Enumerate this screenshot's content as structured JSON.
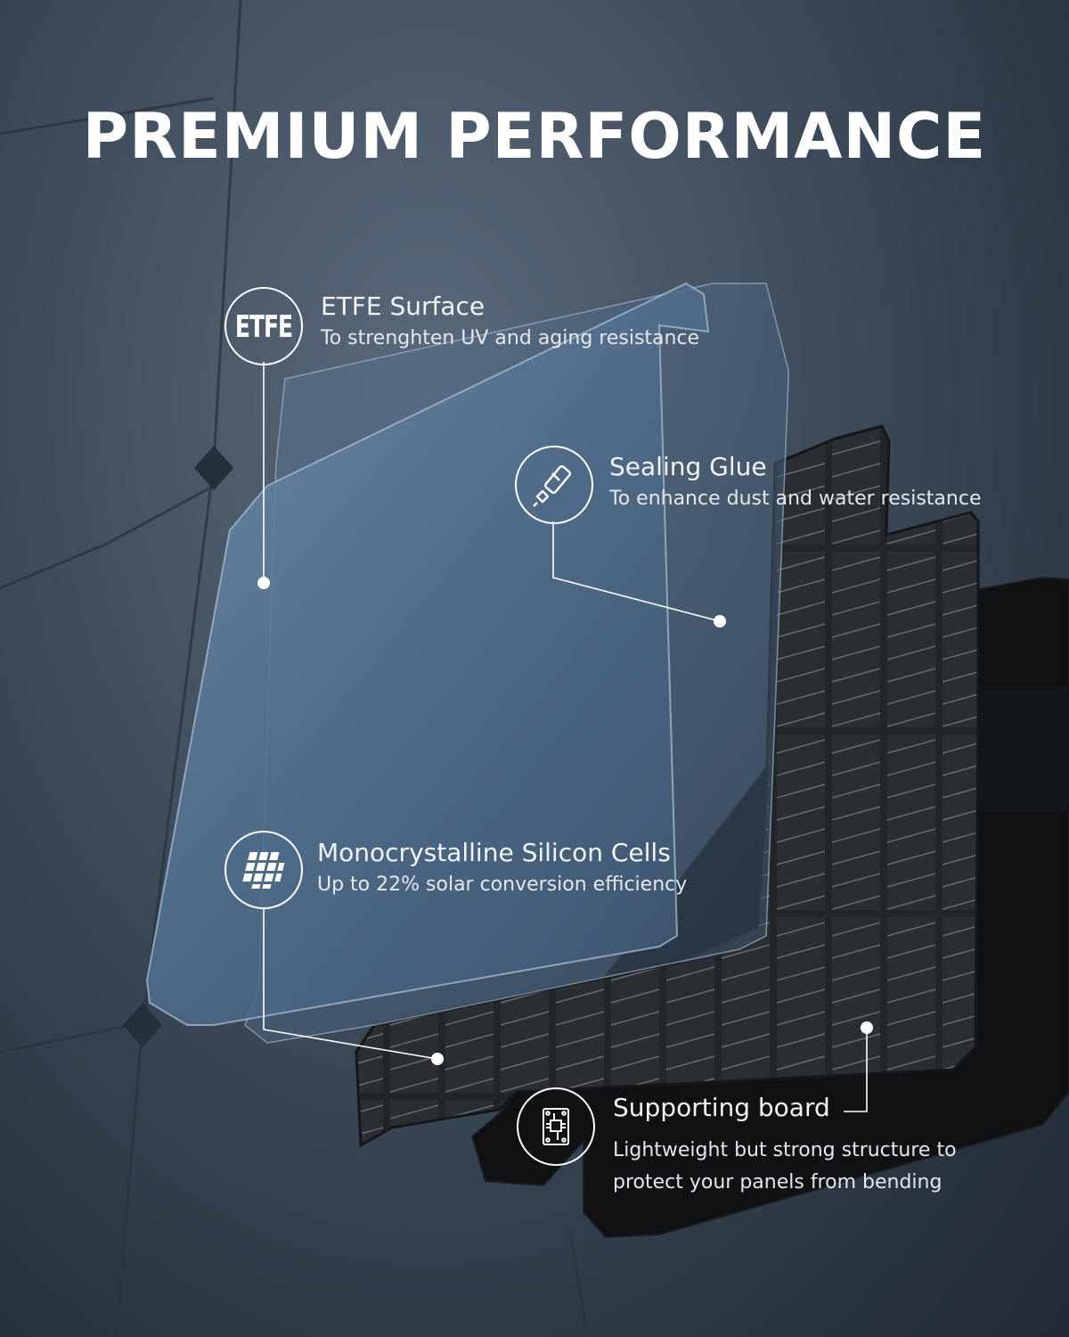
{
  "title": "PREMIUM PERFORMANCE",
  "features": [
    {
      "name": "ETFE Surface",
      "description": "To strenghten UV and aging resistance",
      "icon": "etfe-icon",
      "icon_text": "ETFE"
    },
    {
      "name": "Sealing Glue",
      "description": "To enhance dust and water resistance",
      "icon": "glue-tube-icon"
    },
    {
      "name": "Monocrystalline Silicon Cells",
      "description": "Up to 22% solar conversion efficiency",
      "icon": "solar-cells-icon"
    },
    {
      "name": "Supporting board",
      "description_lines": [
        "Lightweight but strong structure to",
        "protect your panels from bending"
      ],
      "icon": "circuit-board-icon"
    }
  ],
  "colors": {
    "background": "#3e4b5a",
    "etfe_layer": "#4d6a88",
    "cell_layer": "#24272b",
    "board_layer": "#101214",
    "text": "#ffffff"
  }
}
